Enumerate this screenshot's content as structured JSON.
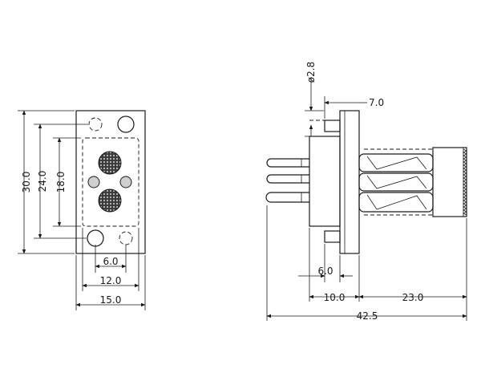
{
  "front_view": {
    "dimensions": {
      "overall_height": "30.0",
      "hole_spacing_vertical": "24.0",
      "window_height": "18.0",
      "contact_offset": "6.0",
      "hole_spacing_horizontal": "12.0",
      "overall_width": "15.0"
    }
  },
  "side_view": {
    "dimensions": {
      "pin_diameter": "ø2.8",
      "flange_thickness": "7.0",
      "pin_offset": "6.0",
      "body_length": "10.0",
      "tail_length": "23.0",
      "overall_length": "42.5"
    }
  }
}
